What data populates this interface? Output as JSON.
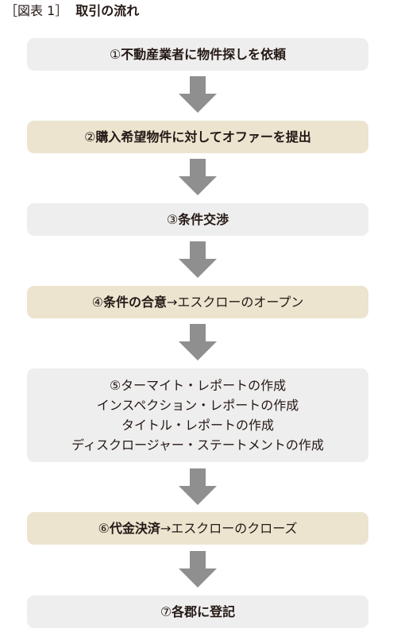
{
  "header": {
    "label": "［図表 1］",
    "title": "取引の流れ"
  },
  "steps": [
    {
      "num": "①",
      "bold": "不動産業者に物件探しを依頼",
      "normal": ""
    },
    {
      "num": "②",
      "bold": "購入希望物件に対してオファーを提出",
      "normal": ""
    },
    {
      "num": "③",
      "bold": "条件交渉",
      "normal": ""
    },
    {
      "num": "④",
      "bold": "条件の合意",
      "normal": "→エスクローのオープン"
    },
    {
      "num": "⑤",
      "lines": [
        "ターマイト・レポートの作成",
        "インスペクション・レポートの作成",
        "タイトル・レポートの作成",
        "ディスクロージャー・ステートメントの作成"
      ]
    },
    {
      "num": "⑥",
      "bold": "代金決済",
      "normal": "→エスクローのクローズ"
    },
    {
      "num": "⑦",
      "bold": "各郡に登記",
      "normal": ""
    }
  ],
  "colors": {
    "gray_box": "#efeeee",
    "tan_box": "#ece4cf",
    "arrow": "#8f8f8f",
    "text": "#231815"
  }
}
